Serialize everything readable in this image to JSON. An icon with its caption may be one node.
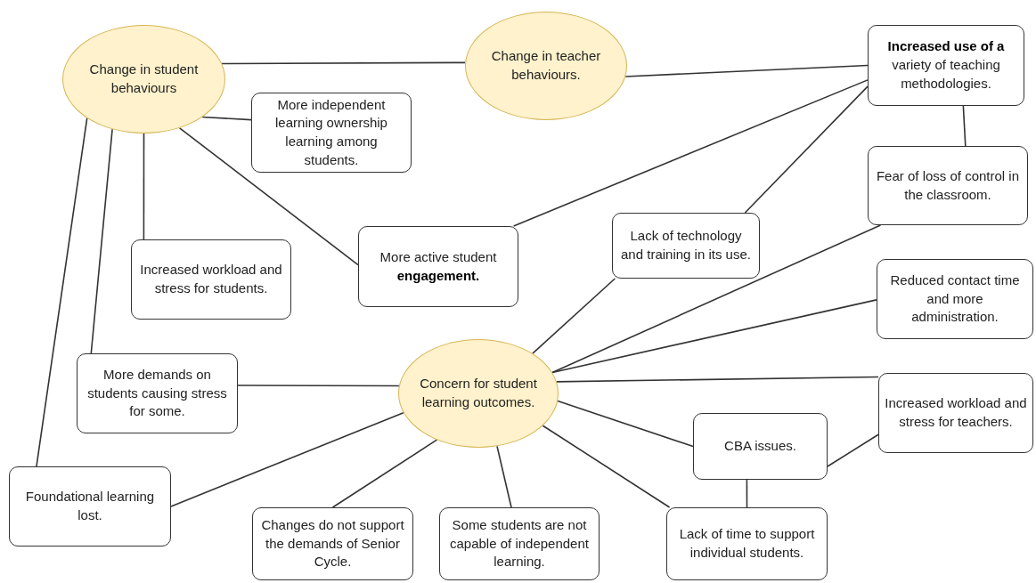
{
  "diagram": {
    "nodes": [
      {
        "text": [
          "Change in student behaviours"
        ]
      },
      {
        "text": [
          "Change in teacher behaviours."
        ]
      },
      {
        "text": [
          "**Increased use of a** variety of teaching methodologies."
        ]
      },
      {
        "text": [
          "More independent learning ownership learning among students."
        ]
      },
      {
        "text": [
          "Fear of loss of control in the classroom."
        ]
      },
      {
        "text": [
          "Lack of technology and training in its use."
        ]
      },
      {
        "text": [
          "More active student **engagement.**"
        ]
      },
      {
        "text": [
          "Increased workload and stress for students."
        ]
      },
      {
        "text": [
          "Reduced contact time and more administration."
        ]
      },
      {
        "text": [
          "More demands on students causing stress for some."
        ]
      },
      {
        "text": [
          "Concern for student learning outcomes."
        ]
      },
      {
        "text": [
          "Increased workload and stress for teachers."
        ]
      },
      {
        "text": [
          "CBA issues."
        ]
      },
      {
        "text": [
          "Foundational learning lost."
        ]
      },
      {
        "text": [
          "Changes do not support the demands of Senior Cycle."
        ]
      },
      {
        "text": [
          "Some students are not capable of independent learning."
        ]
      },
      {
        "text": [
          "Lack of time to support individual students."
        ]
      }
    ],
    "edges": [
      {
        "from": 0,
        "to": 1,
        "arrow": "none"
      },
      {
        "from": 0,
        "to": 3,
        "arrow": "none"
      },
      {
        "from": 0,
        "to": 7,
        "arrow": "none"
      },
      {
        "from": 0,
        "to": 6,
        "arrow": "none"
      },
      {
        "from": 0,
        "to": 9,
        "arrow": "none"
      },
      {
        "from": 0,
        "to": 13,
        "arrow": "none"
      },
      {
        "from": 1,
        "to": 2,
        "arrow": "none"
      },
      {
        "from": 6,
        "to": 2,
        "arrow": "none"
      },
      {
        "from": 5,
        "to": 2,
        "arrow": "none"
      },
      {
        "from": 2,
        "to": 4,
        "arrow": "none"
      },
      {
        "from": 10,
        "to": 5,
        "arrow": "none"
      },
      {
        "from": 10,
        "to": 4,
        "arrow": "none"
      },
      {
        "from": 10,
        "to": 8,
        "arrow": "none"
      },
      {
        "from": 10,
        "to": 11,
        "arrow": "none"
      },
      {
        "from": 10,
        "to": 12,
        "arrow": "none"
      },
      {
        "from": 10,
        "to": 16,
        "arrow": "none"
      },
      {
        "from": 10,
        "to": 15,
        "arrow": "none"
      },
      {
        "from": 10,
        "to": 14,
        "arrow": "none"
      },
      {
        "from": 10,
        "to": 13,
        "arrow": "none"
      },
      {
        "from": 10,
        "to": 9,
        "arrow": "none"
      },
      {
        "from": 12,
        "to": 11,
        "arrow": "none"
      },
      {
        "from": 12,
        "to": 16,
        "arrow": "none"
      }
    ]
  }
}
